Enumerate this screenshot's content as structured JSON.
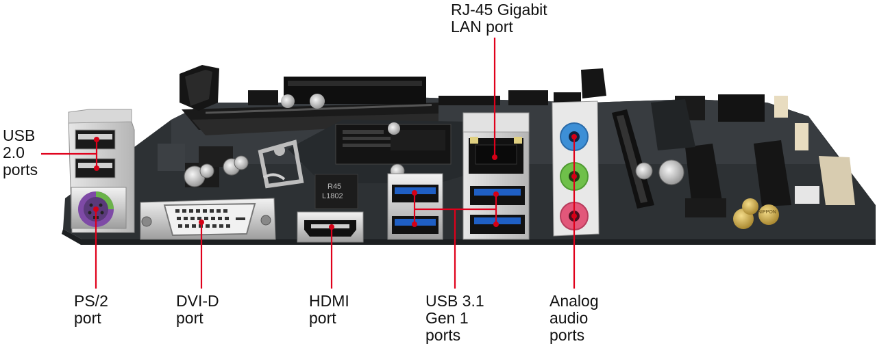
{
  "callouts": {
    "usb2": {
      "lines": [
        "USB",
        "2.0",
        "ports"
      ]
    },
    "rj45": {
      "lines": [
        "RJ-45 Gigabit",
        "LAN port"
      ]
    },
    "ps2": {
      "lines": [
        "PS/2",
        "port"
      ]
    },
    "dvi": {
      "lines": [
        "DVI-D",
        "port"
      ]
    },
    "hdmi": {
      "lines": [
        "HDMI",
        "port"
      ]
    },
    "usb31": {
      "lines": [
        "USB 3.1",
        "Gen 1",
        "ports"
      ]
    },
    "audio": {
      "lines": [
        "Analog",
        "audio",
        "ports"
      ]
    }
  },
  "chip_text": {
    "choke": [
      "R45",
      "L1802"
    ],
    "cap_brand": "NIPPON"
  },
  "colors": {
    "callout_line": "#e0001b",
    "callout_dot": "#d40016",
    "pcb": "#2f3336",
    "usb3_blue": "#1f5fc4",
    "audio_blue": "#3d8fd6",
    "audio_green": "#6fc04a",
    "audio_pink": "#e2577a",
    "ps2_purple": "#8d5ab0",
    "ps2_green": "#6bb34a"
  }
}
